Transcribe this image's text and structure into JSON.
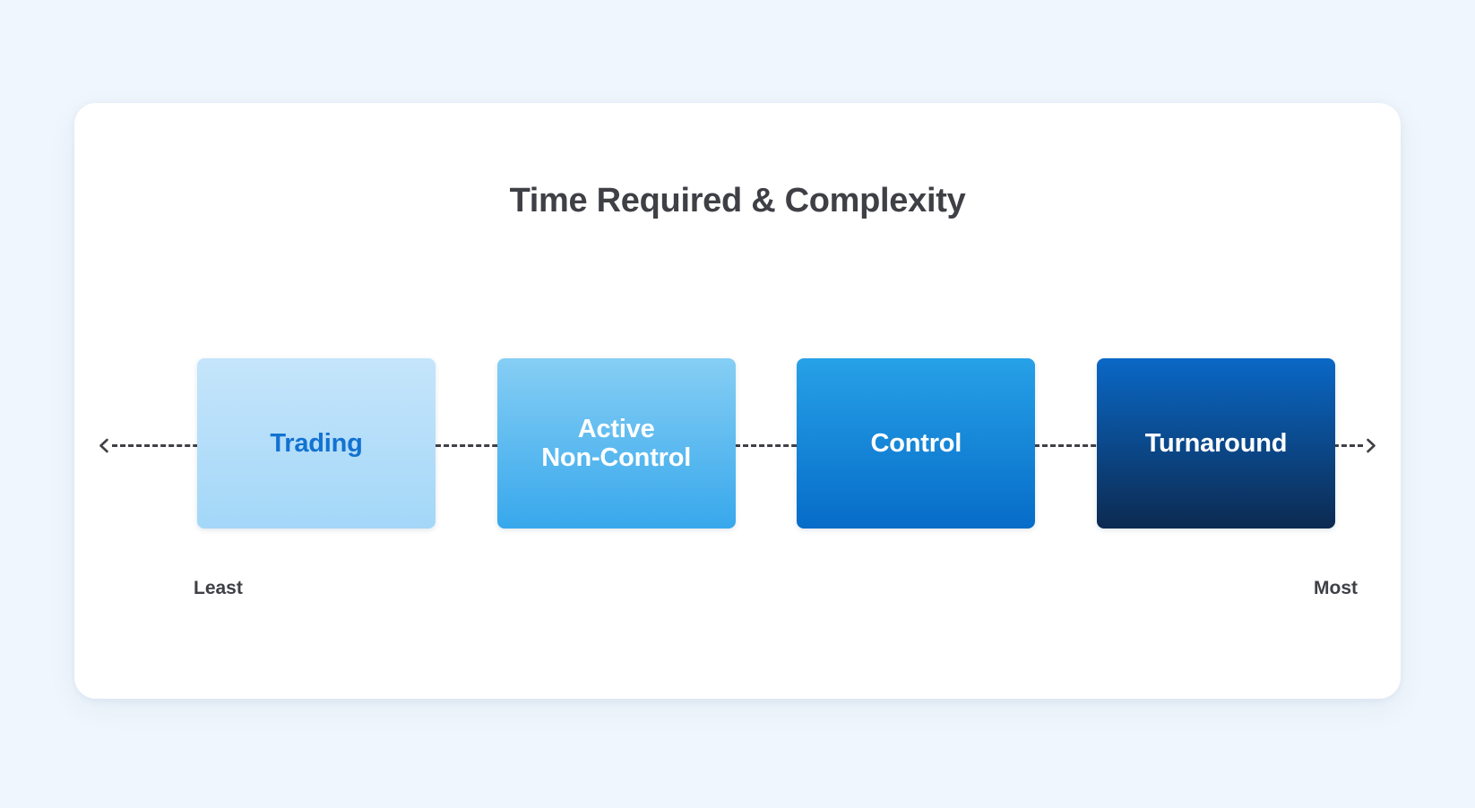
{
  "page": {
    "background_color": "#eff6fd",
    "card_background": "#ffffff"
  },
  "header": {
    "title": "Time Required & Complexity",
    "title_color": "#3f4046"
  },
  "axis": {
    "left_arrow_icon": "arrow-left-icon",
    "right_arrow_icon": "arrow-right-icon",
    "line_style": "dashed",
    "line_color": "#3f4046",
    "least_label": "Least",
    "most_label": "Most"
  },
  "chart_data": {
    "type": "bar",
    "title": "Time Required & Complexity",
    "xlabel": "",
    "ylabel": "",
    "orientation": "horizontal-spectrum",
    "axis_low_label": "Least",
    "axis_high_label": "Most",
    "categories": [
      "Trading",
      "Active\nNon-Control",
      "Control",
      "Turnaround"
    ],
    "values": [
      1,
      2,
      3,
      4
    ],
    "legend": false,
    "grid": false
  },
  "stages": [
    {
      "id": "trading",
      "label": "Trading",
      "rank": 1,
      "gradient_top": "#c5e5fb",
      "gradient_bottom": "#a3d7f8",
      "text_color": "#1272d1"
    },
    {
      "id": "active-non-control",
      "label": "Active\nNon-Control",
      "rank": 2,
      "gradient_top": "#86cef4",
      "gradient_bottom": "#37a8ec",
      "text_color": "#ffffff"
    },
    {
      "id": "control",
      "label": "Control",
      "rank": 3,
      "gradient_top": "#27a1e7",
      "gradient_bottom": "#066cc8",
      "text_color": "#ffffff"
    },
    {
      "id": "turnaround",
      "label": "Turnaround",
      "rank": 4,
      "gradient_top": "#0a68c6",
      "gradient_bottom": "#0c2a51",
      "text_color": "#ffffff"
    }
  ]
}
